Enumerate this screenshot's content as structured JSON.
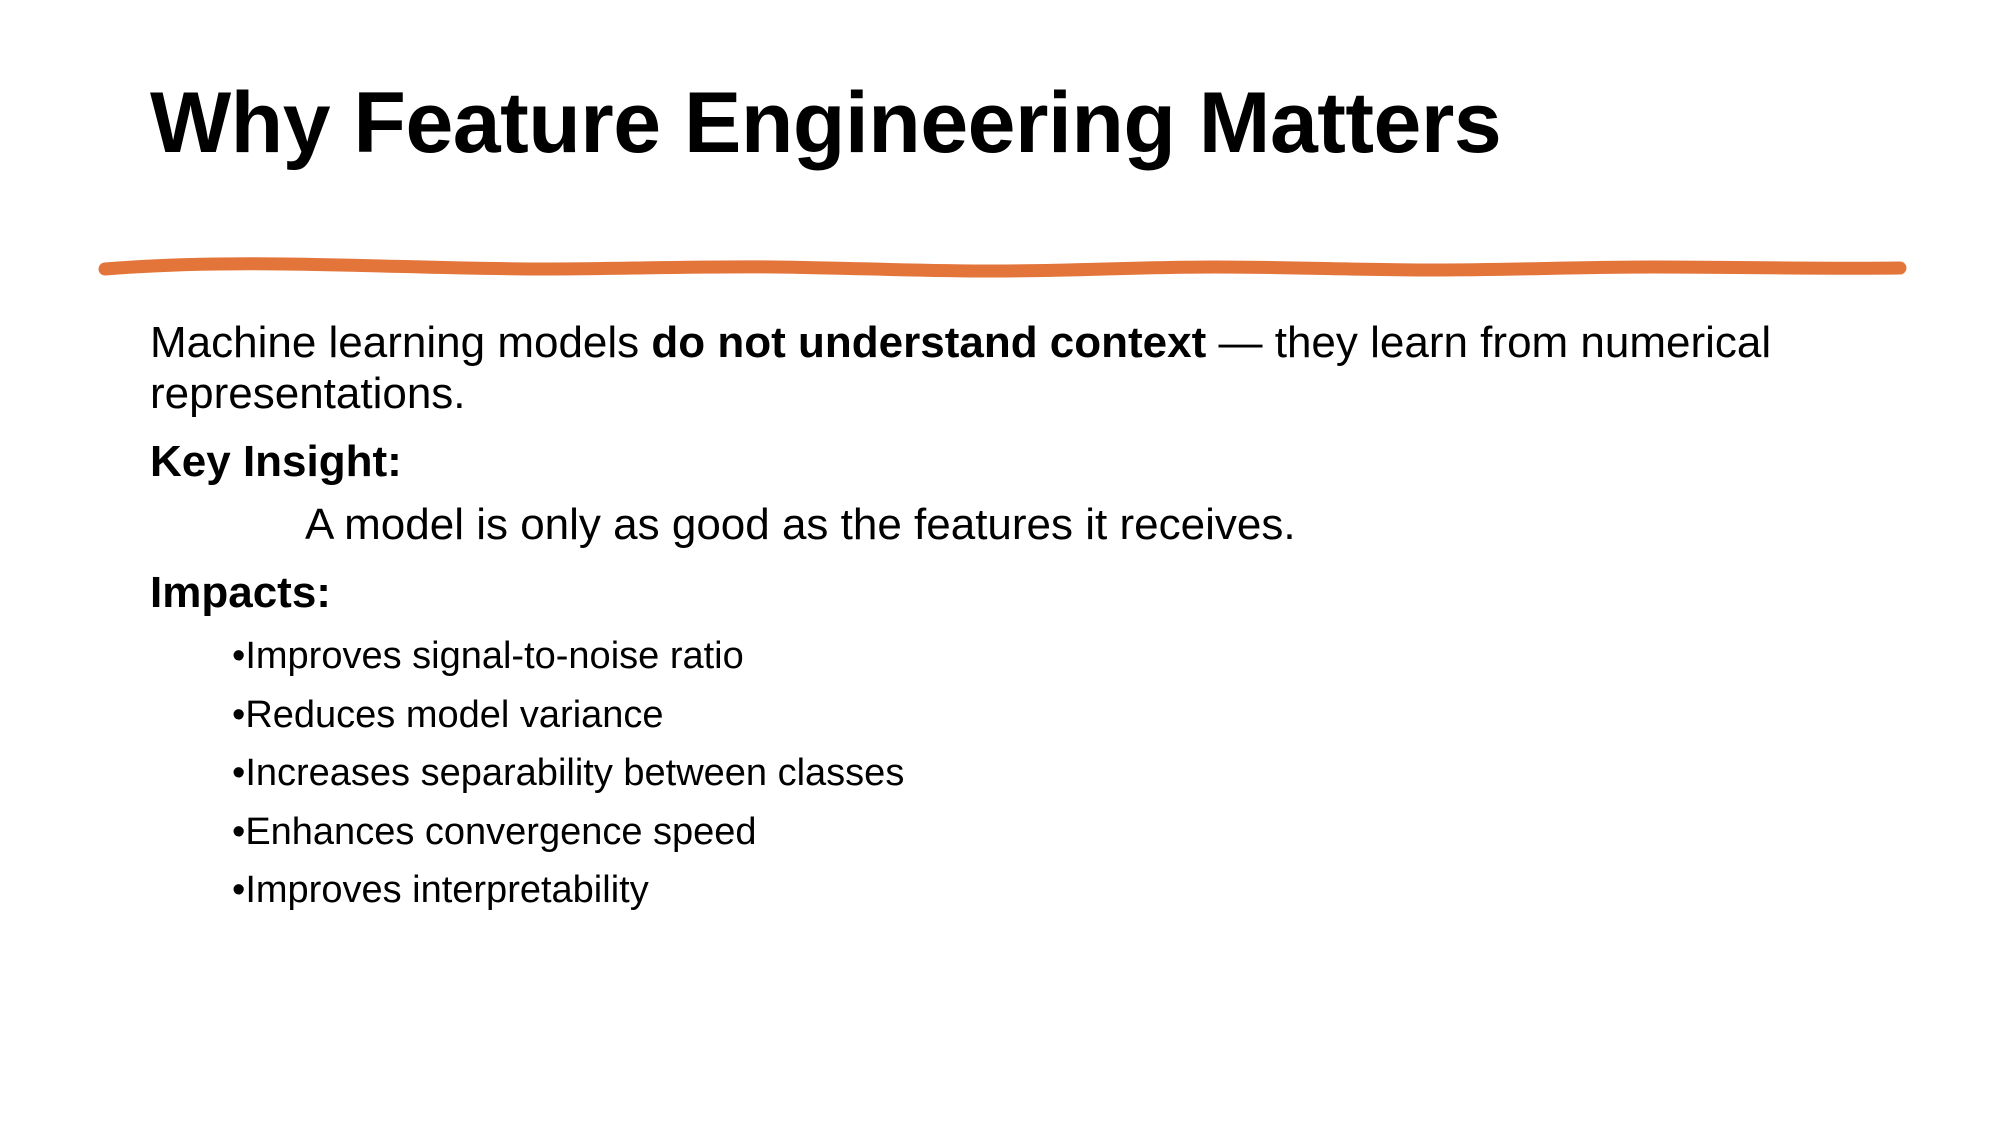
{
  "slide": {
    "title": "Why Feature Engineering Matters",
    "accent_color": "#E3743A",
    "text_color": "#000000",
    "background_color": "#FFFFFF",
    "divider": {
      "name": "orange-wavy-rule",
      "color": "#E3743A"
    },
    "body": {
      "intro": {
        "lead": "Machine learning models ",
        "emphasis": "do not understand context",
        "tail": " — they learn from numerical representations."
      },
      "key_insight": {
        "heading": "Key Insight:",
        "statement": "A model is only as good as the features it receives."
      },
      "impacts": {
        "heading": "Impacts:",
        "bullet_glyph": "•",
        "items": [
          "Improves signal-to-noise ratio",
          "Reduces model variance",
          "Increases separability between classes",
          "Enhances convergence speed",
          "Improves interpretability"
        ]
      }
    }
  }
}
